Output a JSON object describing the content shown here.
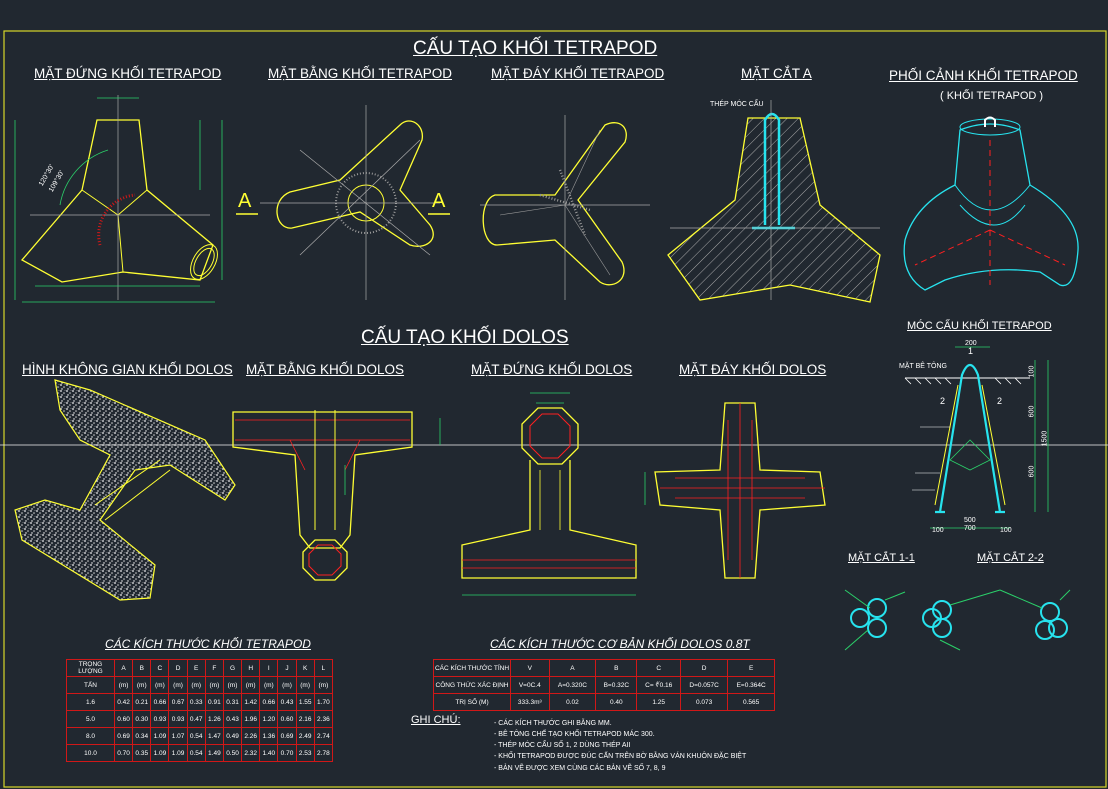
{
  "titles": {
    "tetrapod_main": "CẤU TẠO KHỐI TETRAPOD",
    "dolos_main": "CẤU TẠO KHỐI DOLOS"
  },
  "views": {
    "tp_elevation": "MẶT ĐỨNG KHỐI TETRAPOD",
    "tp_plan": "MẶT BẰNG KHỐI TETRAPOD",
    "tp_bottom": "MẶT ĐÁY KHỐI TETRAPOD",
    "tp_section_a": "MẶT CẮT A",
    "tp_perspective": "PHỐI CẢNH KHỐI TETRAPOD",
    "tp_perspective_sub": "( KHỐI TETRAPOD )",
    "tp_lifting": "MÓC CẨU KHỐI TETRAPOD",
    "dl_space": "HÌNH KHÔNG GIAN KHỐI DOLOS",
    "dl_plan": "MẶT BẰNG KHỐI DOLOS",
    "dl_elevation": "MẶT ĐỨNG KHỐI DOLOS",
    "dl_bottom": "MẶT ĐÁY KHỐI DOLOS",
    "section_11": "MẶT CẮT 1-1",
    "section_22": "MẶT CẮT 2-2"
  },
  "labels": {
    "section_mark": "A",
    "hook_steel": "THÉP MÓC CẨU",
    "concrete_face": "MẶT BÊ TÔNG",
    "angle1": "120°30'",
    "angle2": "109°30'",
    "dim_200": "200",
    "dim_600a": "600",
    "dim_600b": "600",
    "dim_1500": "1500",
    "dim_500": "500",
    "dim_700": "700",
    "dim_100a": "100",
    "dim_100b": "100",
    "dim_100c": "100",
    "mark_1": "1",
    "mark_2a": "2",
    "mark_2b": "2"
  },
  "tetrapod_table": {
    "title": "CÁC KÍCH THƯỚC KHỐI TETRAPOD",
    "header": [
      "TRỌNG LƯỢNG",
      "A",
      "B",
      "C",
      "D",
      "E",
      "F",
      "G",
      "H",
      "I",
      "J",
      "K",
      "L"
    ],
    "units": [
      "TẤN",
      "(m)",
      "(m)",
      "(m)",
      "(m)",
      "(m)",
      "(m)",
      "(m)",
      "(m)",
      "(m)",
      "(m)",
      "(m)",
      "(m)"
    ],
    "rows": [
      [
        "1.6",
        "0.42",
        "0.21",
        "0.66",
        "0.67",
        "0.33",
        "0.91",
        "0.31",
        "1.42",
        "0.66",
        "0.43",
        "1.55",
        "1.70"
      ],
      [
        "5.0",
        "0.60",
        "0.30",
        "0.93",
        "0.93",
        "0.47",
        "1.26",
        "0.43",
        "1.96",
        "1.20",
        "0.60",
        "2.16",
        "2.36"
      ],
      [
        "8.0",
        "0.69",
        "0.34",
        "1.09",
        "1.07",
        "0.54",
        "1.47",
        "0.49",
        "2.26",
        "1.36",
        "0.69",
        "2.49",
        "2.74"
      ],
      [
        "10.0",
        "0.70",
        "0.35",
        "1.09",
        "1.09",
        "0.54",
        "1.49",
        "0.50",
        "2.32",
        "1.40",
        "0.70",
        "2.53",
        "2.78"
      ]
    ]
  },
  "dolos_table": {
    "title": "CÁC KÍCH THƯỚC CƠ BẢN KHỐI DOLOS 0.8T",
    "header": [
      "CÁC KÍCH THƯỚC TÍNH",
      "V",
      "A",
      "B",
      "C",
      "D",
      "E"
    ],
    "rows": [
      [
        "CÔNG THỨC XÁC ĐỊNH",
        "V=0C.4",
        "A=0.320C",
        "B=0.32C",
        "C= ∜0.16",
        "D=0.057C",
        "E=0.364C"
      ],
      [
        "TRỊ SỐ (M)",
        "333.3m³",
        "0.02",
        "0.40",
        "1.25",
        "0.073",
        "0.565"
      ]
    ]
  },
  "notes": {
    "heading": "GHI CHÚ:",
    "items": [
      "- CÁC KÍCH THƯỚC GHI BẰNG MM.",
      "- BÊ TÔNG CHẾ TẠO KHỐI TETRAPOD MÁC 300.",
      "- THÉP MÓC CẨU SỐ 1, 2 DÙNG THÉP AII",
      "- KHỐI TETRAPOD ĐƯỢC ĐÚC CẤN TRÊN BỜ BẰNG VÁN KHUÔN ĐẶC BIỆT",
      "- BẢN VẼ ĐƯỢC XEM CÙNG CÁC BẢN VẼ SỐ 7, 8, 9"
    ]
  },
  "colors": {
    "background": "#212830",
    "outline": "#ffff33",
    "accent_red": "#ff2020",
    "cyan": "#27e3ee",
    "dim_green": "#2bd06a",
    "frame": "#d7d72a"
  }
}
